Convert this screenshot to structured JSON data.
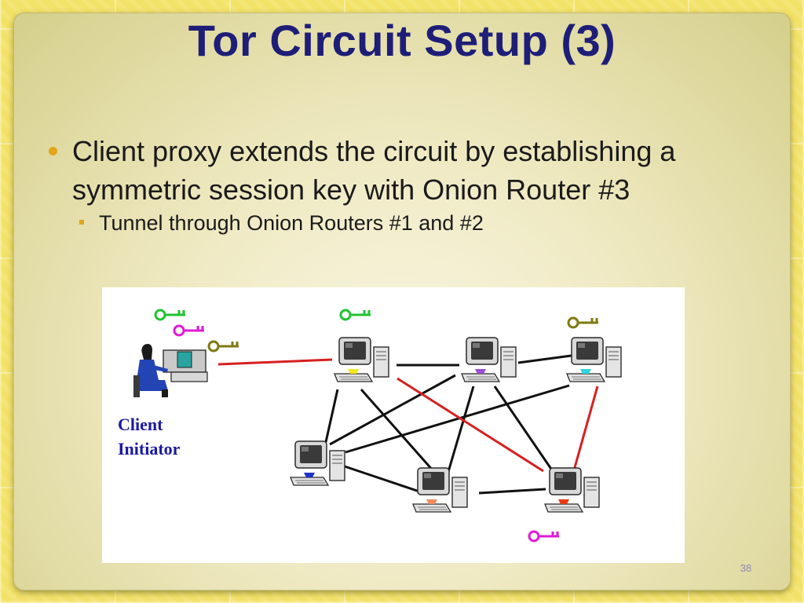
{
  "slide": {
    "title": "Tor Circuit Setup (3)",
    "bullet_main": "Client proxy extends the circuit by establishing a symmetric session key with Onion Router #3",
    "bullet_sub": "Tunnel through Onion Routers #1 and #2",
    "page_number": "38"
  },
  "figure": {
    "client_label_line1": "Client",
    "client_label_line2": "Initiator"
  },
  "colors": {
    "title": "#1e1e78",
    "bullet_marker": "#e2a41c",
    "red_link": "#d62020",
    "key_green": "#22c233",
    "key_magenta": "#e01ad8",
    "key_olive": "#7f7a12"
  }
}
